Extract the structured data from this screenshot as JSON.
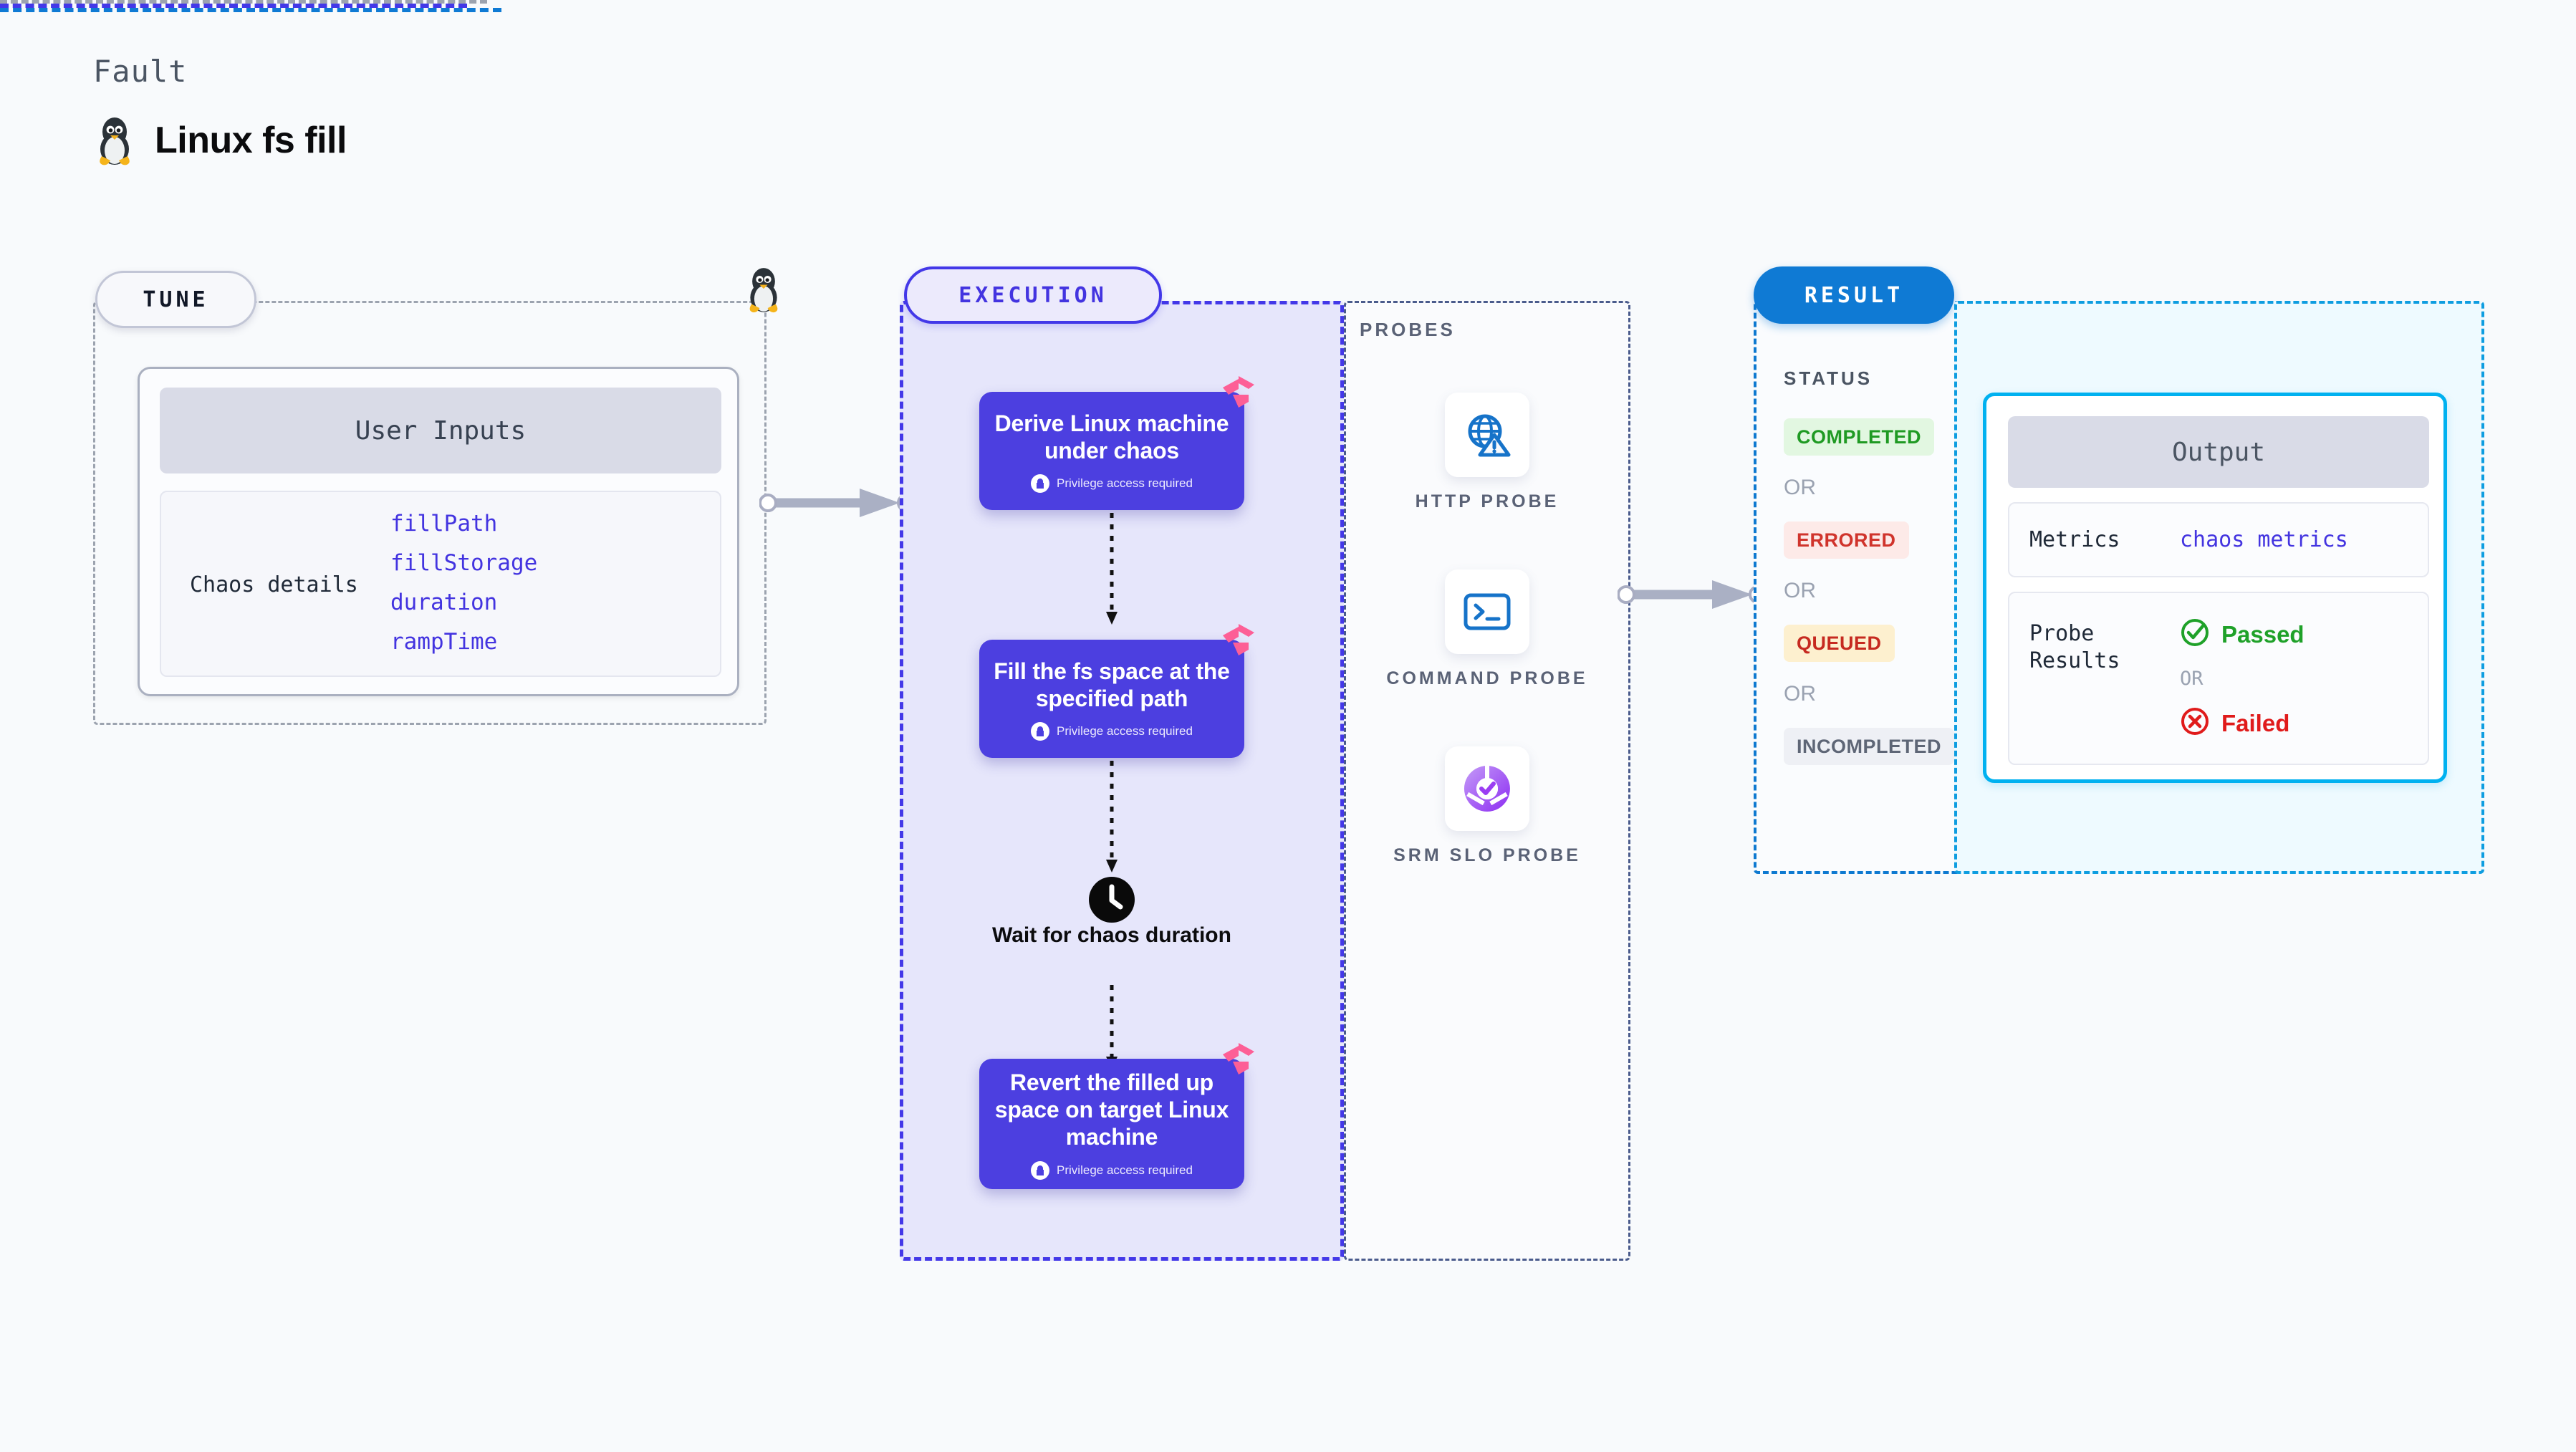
{
  "header": {
    "kicker": "Fault",
    "title": "Linux fs fill",
    "icon": "linux-penguin-icon"
  },
  "tune": {
    "pill_label": "TUNE",
    "card_header": "User Inputs",
    "details_label": "Chaos details",
    "fields": [
      "fillPath",
      "fillStorage",
      "duration",
      "rampTime"
    ],
    "target_icon": "linux-penguin-icon"
  },
  "execution": {
    "pill_label": "EXECUTION",
    "nodes": [
      {
        "title": "Derive Linux machine under chaos",
        "privilege": "Privilege access required",
        "badge": "harness-flag-icon",
        "lock": "lock-icon"
      },
      {
        "title": "Fill the fs space at the specified path",
        "privilege": "Privilege access required",
        "badge": "harness-flag-icon",
        "lock": "lock-icon"
      },
      {
        "title": "Revert the filled up space on target Linux machine",
        "privilege": "Privilege access required",
        "badge": "harness-flag-icon",
        "lock": "lock-icon"
      }
    ],
    "wait_step": {
      "icon": "clock-icon",
      "label": "Wait for chaos duration"
    }
  },
  "probes": {
    "section_label": "PROBES",
    "items": [
      {
        "label": "HTTP PROBE",
        "icon": "globe-alert-icon"
      },
      {
        "label": "COMMAND PROBE",
        "icon": "terminal-icon"
      },
      {
        "label": "SRM SLO PROBE",
        "icon": "slo-check-icon"
      }
    ]
  },
  "result": {
    "pill_label": "RESULT",
    "status_label": "STATUS",
    "or_label": "OR",
    "statuses": [
      {
        "label": "COMPLETED",
        "bg": "#e2f7e1",
        "fg": "#1f9a23"
      },
      {
        "label": "ERRORED",
        "bg": "#fdeae8",
        "fg": "#d0342c"
      },
      {
        "label": "QUEUED",
        "bg": "#fdf0cf",
        "fg": "#c62a20"
      },
      {
        "label": "INCOMPLETED",
        "bg": "#eef0f5",
        "fg": "#5e6676"
      }
    ]
  },
  "output": {
    "header": "Output",
    "metrics_key": "Metrics",
    "metrics_value": "chaos metrics",
    "probe_results_key": "Probe Results",
    "passed_label": "Passed",
    "failed_label": "Failed",
    "or_label": "OR",
    "passed_icon": "check-circle-icon",
    "failed_icon": "x-circle-icon"
  },
  "colors": {
    "accent_purple": "#4334e0",
    "accent_blue": "#0f7ad4",
    "accent_cyan": "#00b1f0",
    "pink": "#ff5f96",
    "page_bg": "#f8fafc"
  }
}
